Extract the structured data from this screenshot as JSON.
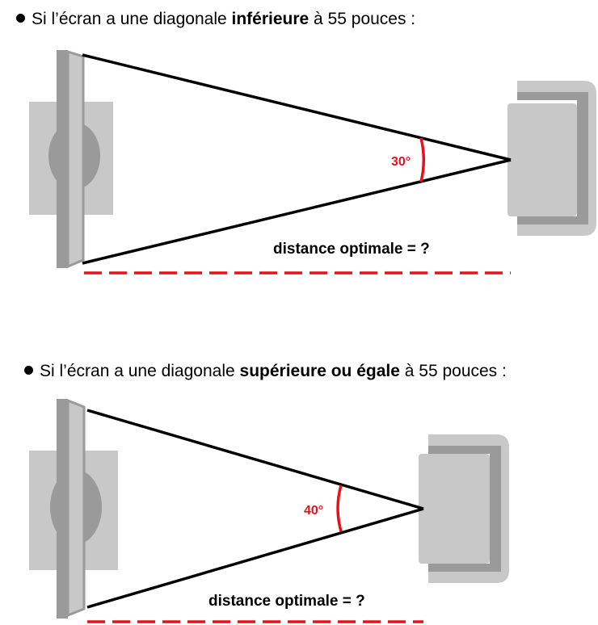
{
  "colors": {
    "accent": "#e8101a",
    "gray_light": "#c8c8c8",
    "gray_dark": "#9a9a9a",
    "line": "#000000"
  },
  "scenarios": [
    {
      "heading_pre": "Si l’écran a une diagonale ",
      "heading_bold": "inférieure",
      "heading_post": " à 55 pouces :",
      "angle_label": "30°",
      "distance_label": "distance optimale = ?"
    },
    {
      "heading_pre": "Si l’écran a une diagonale ",
      "heading_bold": "supérieure ou égale",
      "heading_post": " à 55 pouces :",
      "angle_label": "40°",
      "distance_label": "distance optimale = ?"
    }
  ]
}
